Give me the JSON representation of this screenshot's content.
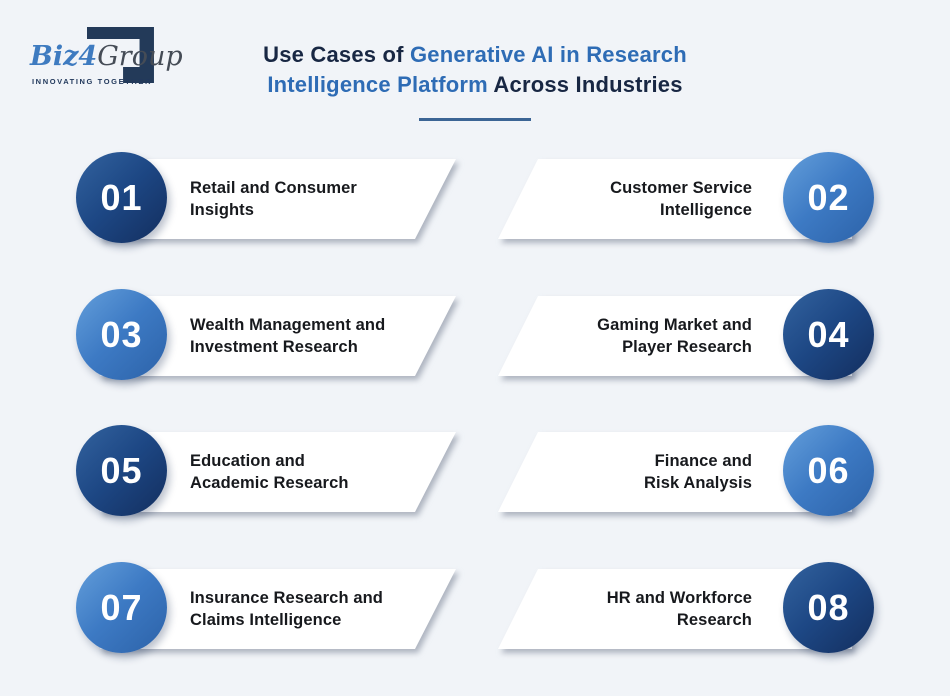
{
  "logo": {
    "brand_biz": "Biz",
    "brand_4": "4",
    "brand_group": "Group",
    "tagline": "INNOVATING TOGETHER",
    "mark_color": "#233a59",
    "blue": "#3e7bc0",
    "gray": "#454c56"
  },
  "header": {
    "title_pre": "Use Cases of ",
    "title_highlight": "Generative AI in Research Intelligence Platform",
    "title_post": " Across Industries",
    "accent_color": "#2e6cb5",
    "dark_color": "#182743",
    "underline_color": "#3c6595"
  },
  "colors": {
    "background": "#f1f4f8",
    "card": "#ffffff",
    "circle_dark_start": "#33639f",
    "circle_dark_end": "#132e5e",
    "circle_light_start": "#649fdb",
    "circle_light_end": "#2c62a8",
    "label_text": "#17191d"
  },
  "items": [
    {
      "number": "01",
      "label": "Retail and Consumer\nInsights",
      "side": "left",
      "tone": "dark"
    },
    {
      "number": "02",
      "label": "Customer Service\nIntelligence",
      "side": "right",
      "tone": "light"
    },
    {
      "number": "03",
      "label": "Wealth Management and\nInvestment Research",
      "side": "left",
      "tone": "light"
    },
    {
      "number": "04",
      "label": "Gaming Market and\nPlayer Research",
      "side": "right",
      "tone": "dark"
    },
    {
      "number": "05",
      "label": "Education and\nAcademic Research",
      "side": "left",
      "tone": "dark"
    },
    {
      "number": "06",
      "label": "Finance and\nRisk Analysis",
      "side": "right",
      "tone": "light"
    },
    {
      "number": "07",
      "label": "Insurance Research and\nClaims Intelligence",
      "side": "left",
      "tone": "light"
    },
    {
      "number": "08",
      "label": "HR and Workforce\nResearch",
      "side": "right",
      "tone": "dark"
    }
  ]
}
